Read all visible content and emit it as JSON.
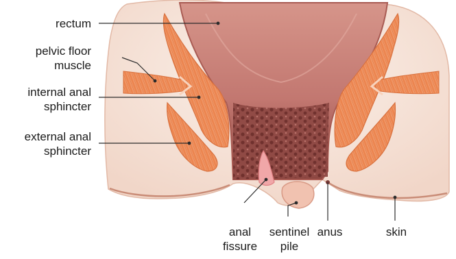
{
  "figure": {
    "labels": {
      "rectum": "rectum",
      "pelvic_floor_muscle": [
        "pelvic floor",
        "muscle"
      ],
      "internal_anal_sphincter": [
        "internal anal",
        "sphincter"
      ],
      "external_anal_sphincter": [
        "external anal",
        "sphincter"
      ],
      "anal_fissure": [
        "anal",
        "fissure"
      ],
      "sentinel_pile": [
        "sentinel",
        "pile"
      ],
      "anus": "anus",
      "skin": "skin"
    },
    "colors": {
      "skin_fill": "#f6e5dc",
      "skin_edge": "#d9a48f",
      "rectum_wall": "#c9847a",
      "rectum_inner": "#b86a66",
      "mucosa_dark": "#7a3a36",
      "muscle": "#ec8a55",
      "muscle_light": "#f6b48a",
      "leader_line": "#2b2b2b"
    }
  }
}
